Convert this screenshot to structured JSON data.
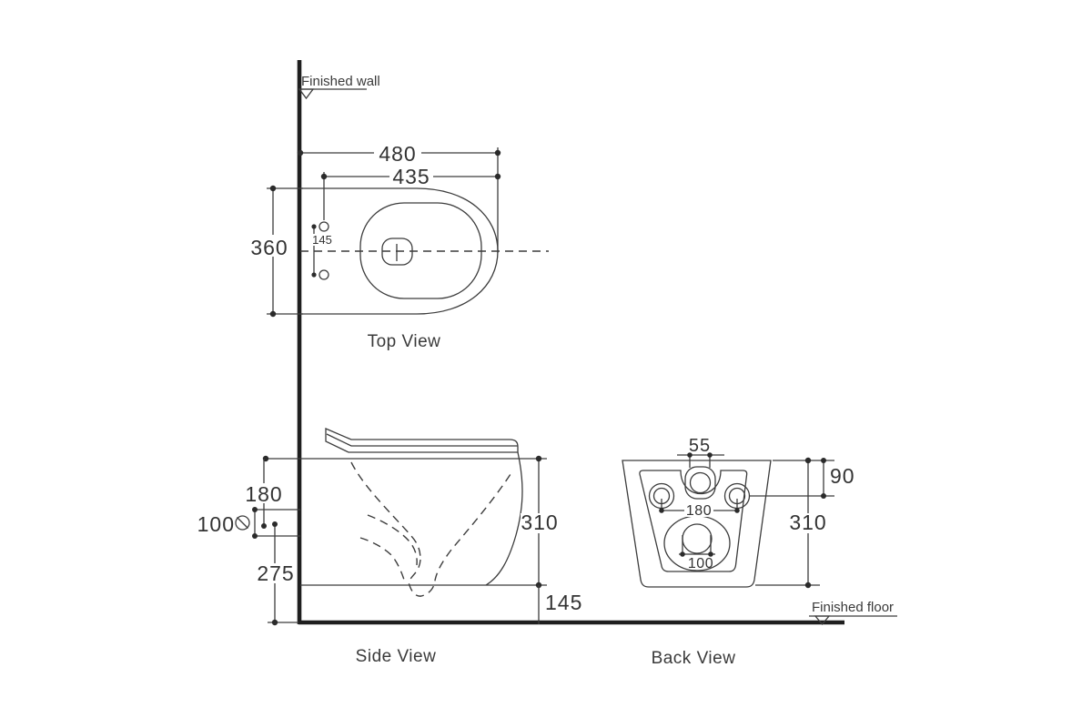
{
  "window": {
    "background": "#ffffff",
    "line_color": "#3c3c3c",
    "heavy_line_color": "#1f1f1f"
  },
  "annotations": {
    "finished_wall": "Finished wall",
    "finished_floor": "Finished floor"
  },
  "views": {
    "top": {
      "label": "Top View",
      "dims": {
        "overall_depth": "480",
        "rim_depth": "435",
        "width": "360",
        "fixing_hole_spacing": "145"
      }
    },
    "side": {
      "label": "Side View",
      "dims": {
        "rim_to_inlet_drop": "180",
        "inlet_diameter": "100",
        "diameter_symbol": "⌀",
        "inlet_center_height": "275",
        "bowl_height": "310",
        "underside_clearance": "145"
      }
    },
    "back": {
      "label": "Back View",
      "dims": {
        "inlet_width": "55",
        "top_to_fixing_holes": "90",
        "fixing_hole_spacing": "180",
        "overall_height": "310",
        "outlet_width": "100"
      }
    }
  }
}
